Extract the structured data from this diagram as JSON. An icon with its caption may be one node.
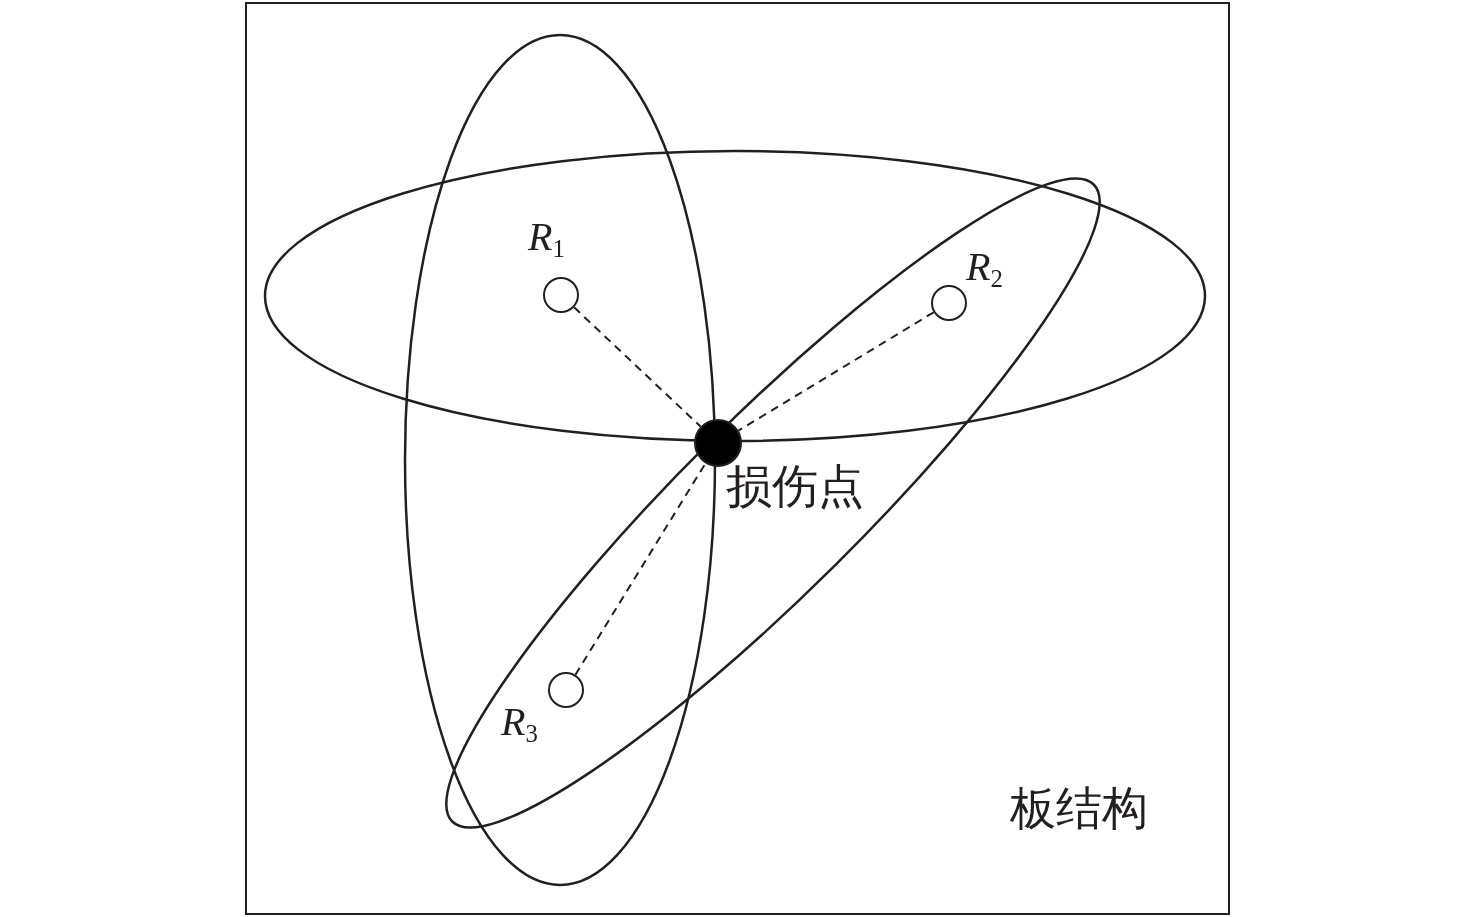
{
  "diagram": {
    "nodes": [
      {
        "text": [
          "板结构"
        ]
      },
      {
        "text": [],
        "shape": "circle",
        "in": 0,
        "beside": [
          "*R*$_{1}$"
        ]
      },
      {
        "text": [],
        "shape": "circle",
        "in": 0,
        "beside": [
          "*R*$_{2}$"
        ]
      },
      {
        "text": [],
        "shape": "circle",
        "in": 0,
        "beside": [
          "*R*$_{3}$"
        ]
      },
      {
        "text": [],
        "shape": "circle",
        "in": 0,
        "beside": [
          "损伤点"
        ]
      }
    ],
    "edges": [
      {
        "from": 1,
        "to": 4,
        "arrow": "none",
        "style": "dashed"
      },
      {
        "from": 2,
        "to": 4,
        "arrow": "none",
        "style": "dashed"
      },
      {
        "from": 3,
        "to": 4,
        "arrow": "none",
        "style": "dashed"
      }
    ]
  }
}
